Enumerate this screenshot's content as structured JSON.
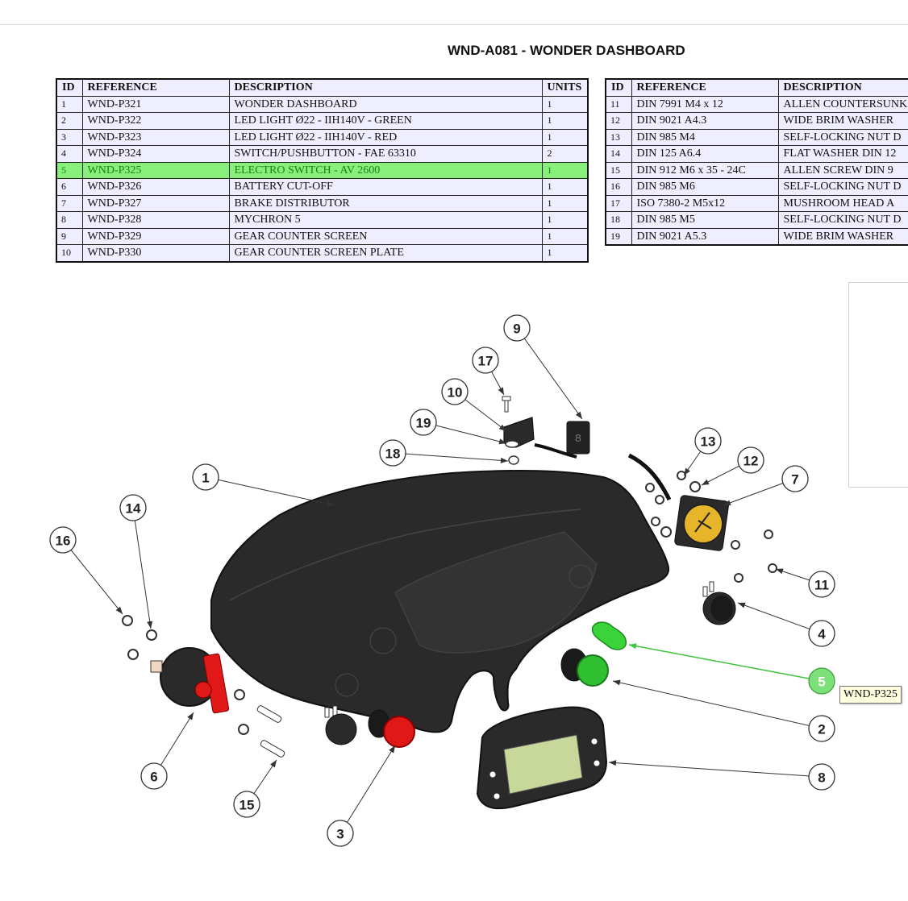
{
  "title": "WND-A081 - WONDER DASHBOARD",
  "table_headers": {
    "id": "ID",
    "reference": "REFERENCE",
    "description": "DESCRIPTION",
    "units": "UNITS"
  },
  "parts_left": [
    {
      "id": "1",
      "reference": "WND-P321",
      "description": "WONDER DASHBOARD",
      "units": "1"
    },
    {
      "id": "2",
      "reference": "WND-P322",
      "description": "LED LIGHT Ø22 - IIH140V - GREEN",
      "units": "1"
    },
    {
      "id": "3",
      "reference": "WND-P323",
      "description": "LED LIGHT Ø22 - IIH140V - RED",
      "units": "1"
    },
    {
      "id": "4",
      "reference": "WND-P324",
      "description": "SWITCH/PUSHBUTTON - FAE 63310",
      "units": "2"
    },
    {
      "id": "5",
      "reference": "WND-P325",
      "description": "ELECTRO SWITCH - AV 2600",
      "units": "1",
      "selected": true
    },
    {
      "id": "6",
      "reference": "WND-P326",
      "description": "BATTERY CUT-OFF",
      "units": "1"
    },
    {
      "id": "7",
      "reference": "WND-P327",
      "description": "BRAKE DISTRIBUTOR",
      "units": "1"
    },
    {
      "id": "8",
      "reference": "WND-P328",
      "description": "MYCHRON 5",
      "units": "1"
    },
    {
      "id": "9",
      "reference": "WND-P329",
      "description": "GEAR COUNTER SCREEN",
      "units": "1"
    },
    {
      "id": "10",
      "reference": "WND-P330",
      "description": "GEAR COUNTER SCREEN PLATE",
      "units": "1"
    }
  ],
  "parts_right": [
    {
      "id": "11",
      "reference": "DIN 7991 M4 x 12",
      "description": "ALLEN COUNTERSUNK"
    },
    {
      "id": "12",
      "reference": "DIN 9021 A4.3",
      "description": "WIDE BRIM WASHER"
    },
    {
      "id": "13",
      "reference": "DIN 985 M4",
      "description": "SELF-LOCKING NUT D"
    },
    {
      "id": "14",
      "reference": "DIN 125 A6.4",
      "description": "FLAT WASHER DIN 12"
    },
    {
      "id": "15",
      "reference": "DIN 912 M6 x 35 - 24C",
      "description": "ALLEN SCREW DIN 9"
    },
    {
      "id": "16",
      "reference": "DIN 985 M6",
      "description": "SELF-LOCKING NUT D"
    },
    {
      "id": "17",
      "reference": "ISO 7380-2 M5x12",
      "description": "MUSHROOM HEAD A"
    },
    {
      "id": "18",
      "reference": "DIN 985 M5",
      "description": "SELF-LOCKING NUT D"
    },
    {
      "id": "19",
      "reference": "DIN 9021 A5.3",
      "description": "WIDE BRIM WASHER"
    }
  ],
  "callouts": [
    "1",
    "2",
    "3",
    "4",
    "5",
    "6",
    "7",
    "8",
    "9",
    "10",
    "11",
    "12",
    "13",
    "14",
    "15",
    "16",
    "17",
    "18",
    "19"
  ],
  "selected_callout": "5",
  "tooltip": "WND-P325",
  "colors": {
    "selected_row": "#88f07a",
    "selected_text": "#1a7f1a",
    "table_bg": "#eeeeff",
    "callout_selected": "#7ee07a"
  }
}
